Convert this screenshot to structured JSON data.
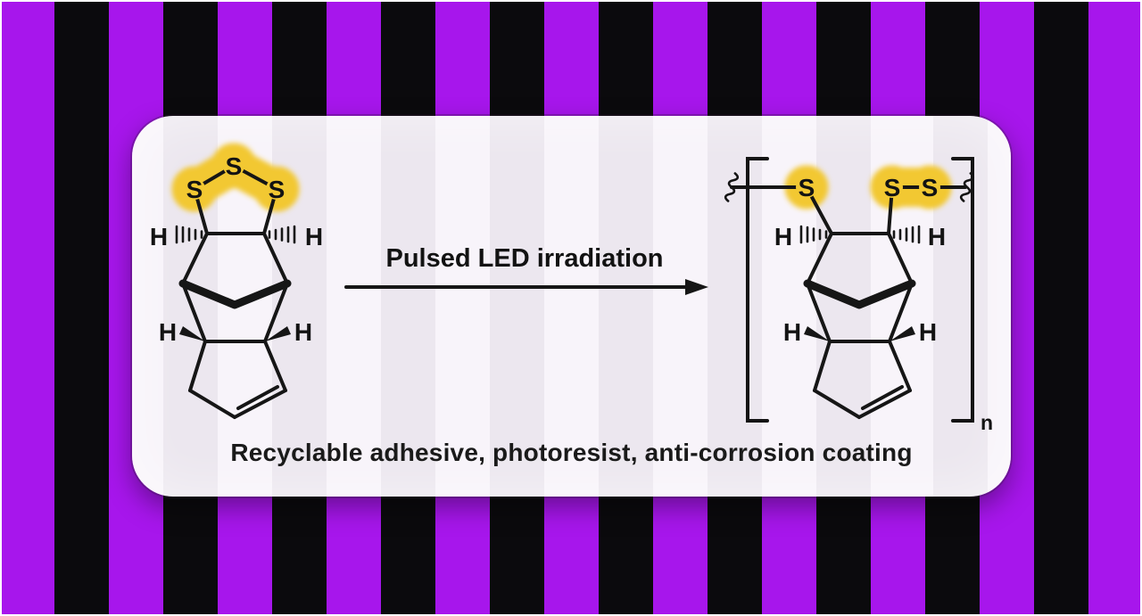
{
  "figure": {
    "type": "reaction-scheme",
    "arrow_label": "Pulsed LED irradiation",
    "caption": "Recyclable adhesive, photoresist, anti-corrosion coating",
    "atom_labels": {
      "sulfur": "S",
      "hydrogen": "H"
    },
    "polymer_repeat_subscript": "n"
  },
  "colors": {
    "stripe_purple": "#A716EC",
    "stripe_black": "#0B0A0D",
    "panel_light": "#F8F4FA",
    "panel_stripe": "#ECE7EF",
    "sulfur_highlight": "#F2C832",
    "bond": "#161616"
  }
}
